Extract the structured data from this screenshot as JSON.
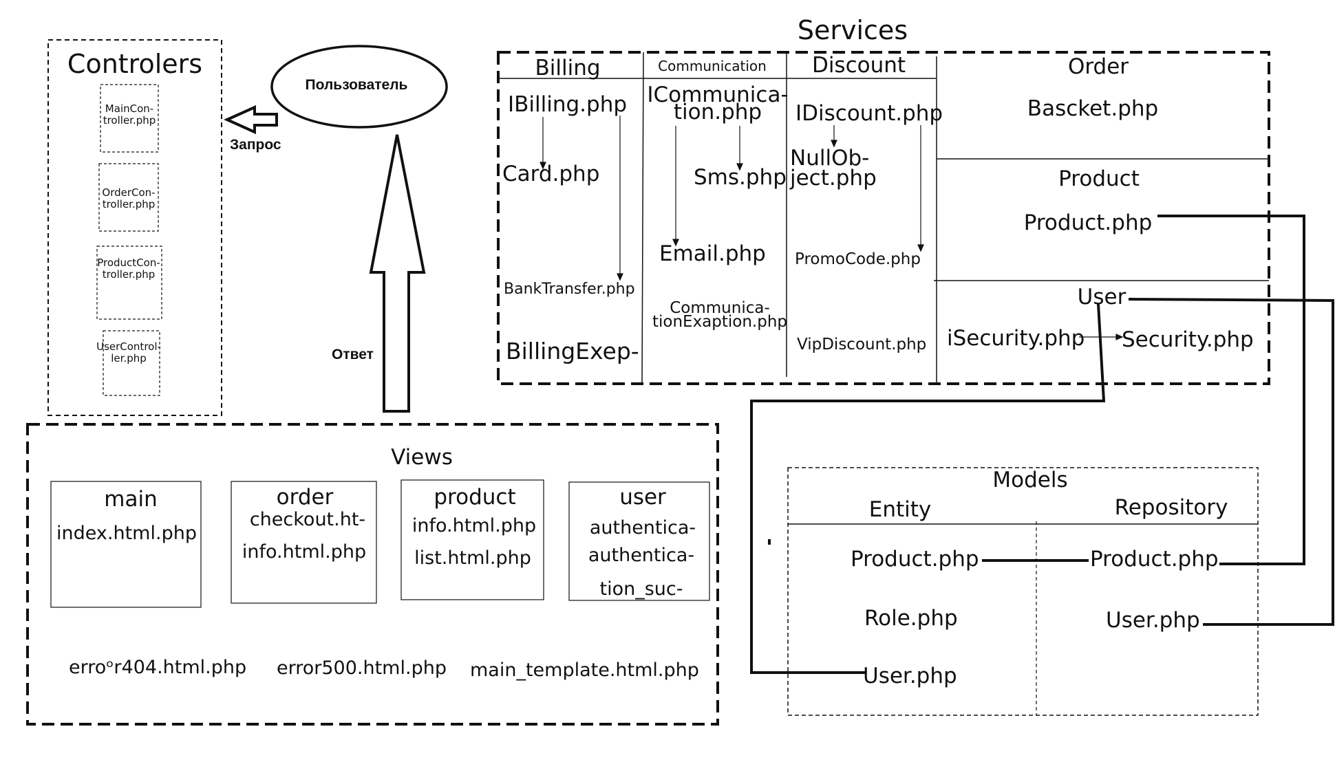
{
  "controllers": {
    "title": "Controlers",
    "items": [
      "MainCon-\ntroller.php",
      "OrderCon-\ntroller.php",
      "ProductCon-\ntroller.php",
      "UserControl-\nler.php"
    ]
  },
  "user_actor": {
    "label": "Пользователь"
  },
  "request_label": "Запрос",
  "response_label": "Ответ",
  "services": {
    "title": "Services",
    "billing": {
      "title": "Billing",
      "files": [
        "IBilling.php",
        "Card.php",
        "BankTransfer.php",
        "BillingExep-"
      ]
    },
    "communication": {
      "title": "Communication",
      "files": [
        "ICommunica-\ntion.php",
        "Sms.php",
        "Email.php",
        "Communica-\ntionExaption.php"
      ]
    },
    "discount": {
      "title": "Discount",
      "files": [
        "IDiscount.php",
        "NullOb-\nject.php",
        "PromoCode.php",
        "VipDiscount.php"
      ]
    },
    "order": {
      "title": "Order",
      "files": [
        "Bascket.php"
      ]
    },
    "product": {
      "title": "Product",
      "files": [
        "Product.php"
      ]
    },
    "user": {
      "title": "User",
      "files": [
        "iSecurity.php",
        "Security.php"
      ]
    }
  },
  "views": {
    "title": "Views",
    "main": {
      "title": "main",
      "files": [
        "index.html.php"
      ]
    },
    "order": {
      "title": "order",
      "files": [
        "checkout.ht-",
        "info.html.php"
      ]
    },
    "product": {
      "title": "product",
      "files": [
        "info.html.php",
        "list.html.php"
      ]
    },
    "user": {
      "title": "user",
      "files": [
        "authentica-",
        "authentica-",
        "tion_suc-"
      ]
    },
    "loose_files": [
      "erroᵒr404.html.php",
      "error500.html.php",
      "main_template.html.php"
    ]
  },
  "models": {
    "title": "Models",
    "entity": {
      "title": "Entity",
      "files": [
        "Product.php",
        "Role.php",
        "User.php"
      ]
    },
    "repository": {
      "title": "Repository",
      "files": [
        "Product.php",
        "User.php"
      ]
    }
  },
  "colors": {
    "ink": "#111111",
    "background": "#ffffff"
  }
}
